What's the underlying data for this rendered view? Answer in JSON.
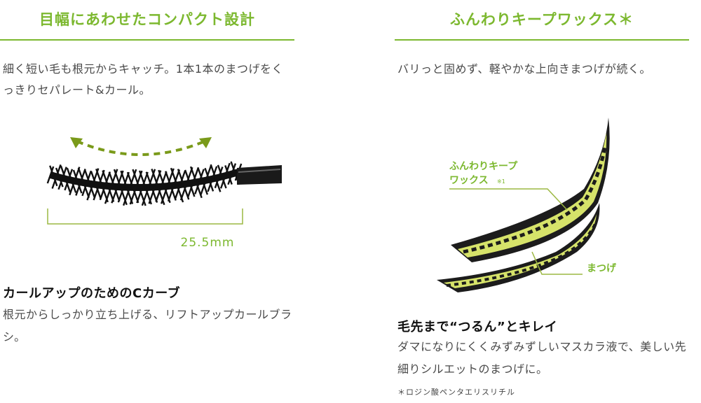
{
  "colors": {
    "accent": "#7cb82f",
    "accent_light": "#dbe86e",
    "text": "#4a4a4a",
    "dark": "#111111"
  },
  "left": {
    "heading": "目幅にあわせたコンパクト設計",
    "description": "細く短い毛も根元からキャッチ。1本1本のまつげをくっきりセパレート&カール。",
    "measure_label": "25.5mm",
    "sub_title": "カールアップのためのCカーブ",
    "sub_description": "根元からしっかり立ち上げる、リフトアップカールブラシ。"
  },
  "right": {
    "heading": "ふんわりキープワックス＊",
    "description": "バリっと固めず、軽やかな上向きまつげが続く。",
    "label_wax_line1": "ふんわりキープ",
    "label_wax_line2": "ワックス",
    "label_wax_note": "※1",
    "label_lash": "まつげ",
    "sub_title": "毛先まで“つるん”とキレイ",
    "sub_description": "ダマになりにくくみずみずしいマスカラ液で、美しい先細りシルエットのまつげに。",
    "footnote": "＊ロジン酸ペンタエリスリチル"
  },
  "icons": [
    "mascara-brush-icon",
    "curved-arrow-icon",
    "lash-wax-diagram-icon"
  ]
}
